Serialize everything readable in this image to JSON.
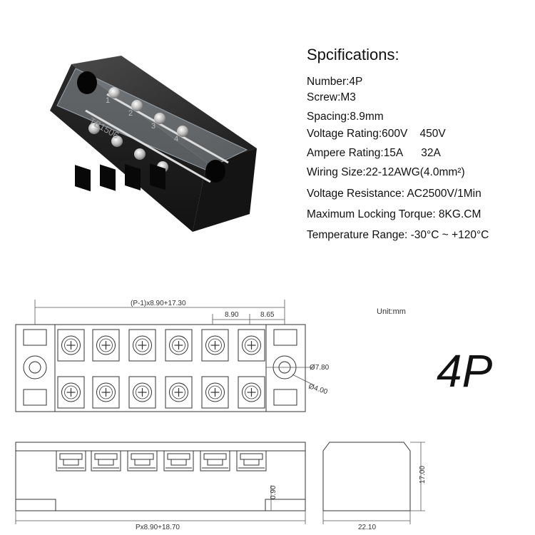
{
  "specs": {
    "title": "Spcifications:",
    "rows": [
      "Number:4P",
      "Screw:M3",
      "Spacing:8.9mm",
      "Voltage Rating:600V    450V",
      "Ampere Rating:15A      32A",
      "Wiring Size:22-12AWG(4.0mm²)",
      "Voltage Resistance: AC2500V/1Min",
      "Maximum Locking Torque: 8KG.CM",
      "Temperature Range: -30°C ~ +120°C"
    ]
  },
  "photo": {
    "model_mark": "TB1506",
    "position_numbers": [
      "1",
      "2",
      "3",
      "4"
    ]
  },
  "drawing": {
    "unit_label": "Unit:mm",
    "big_label": "4P",
    "dim_total_top": "(P-1)x8.90+17.30",
    "dim_pitch": "8.90",
    "dim_end": "8.65",
    "dim_hole_outer": "Ø7.80",
    "dim_hole_inner": "Ø4.00",
    "dim_total_bottom": "Px8.90+18.70",
    "dim_base": "0.90",
    "dim_side_width": "22.10",
    "dim_side_height": "17.00"
  },
  "colors": {
    "body": "#1e1e1e",
    "line": "#333333"
  }
}
